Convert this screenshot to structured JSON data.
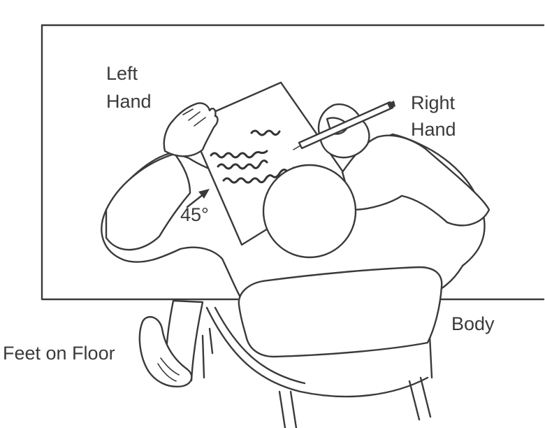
{
  "labels": {
    "left_hand": [
      "Left",
      "Hand"
    ],
    "right_hand": [
      "Right",
      "Hand"
    ],
    "angle": "45°",
    "body": "Body",
    "feet": "Feet on Floor"
  }
}
